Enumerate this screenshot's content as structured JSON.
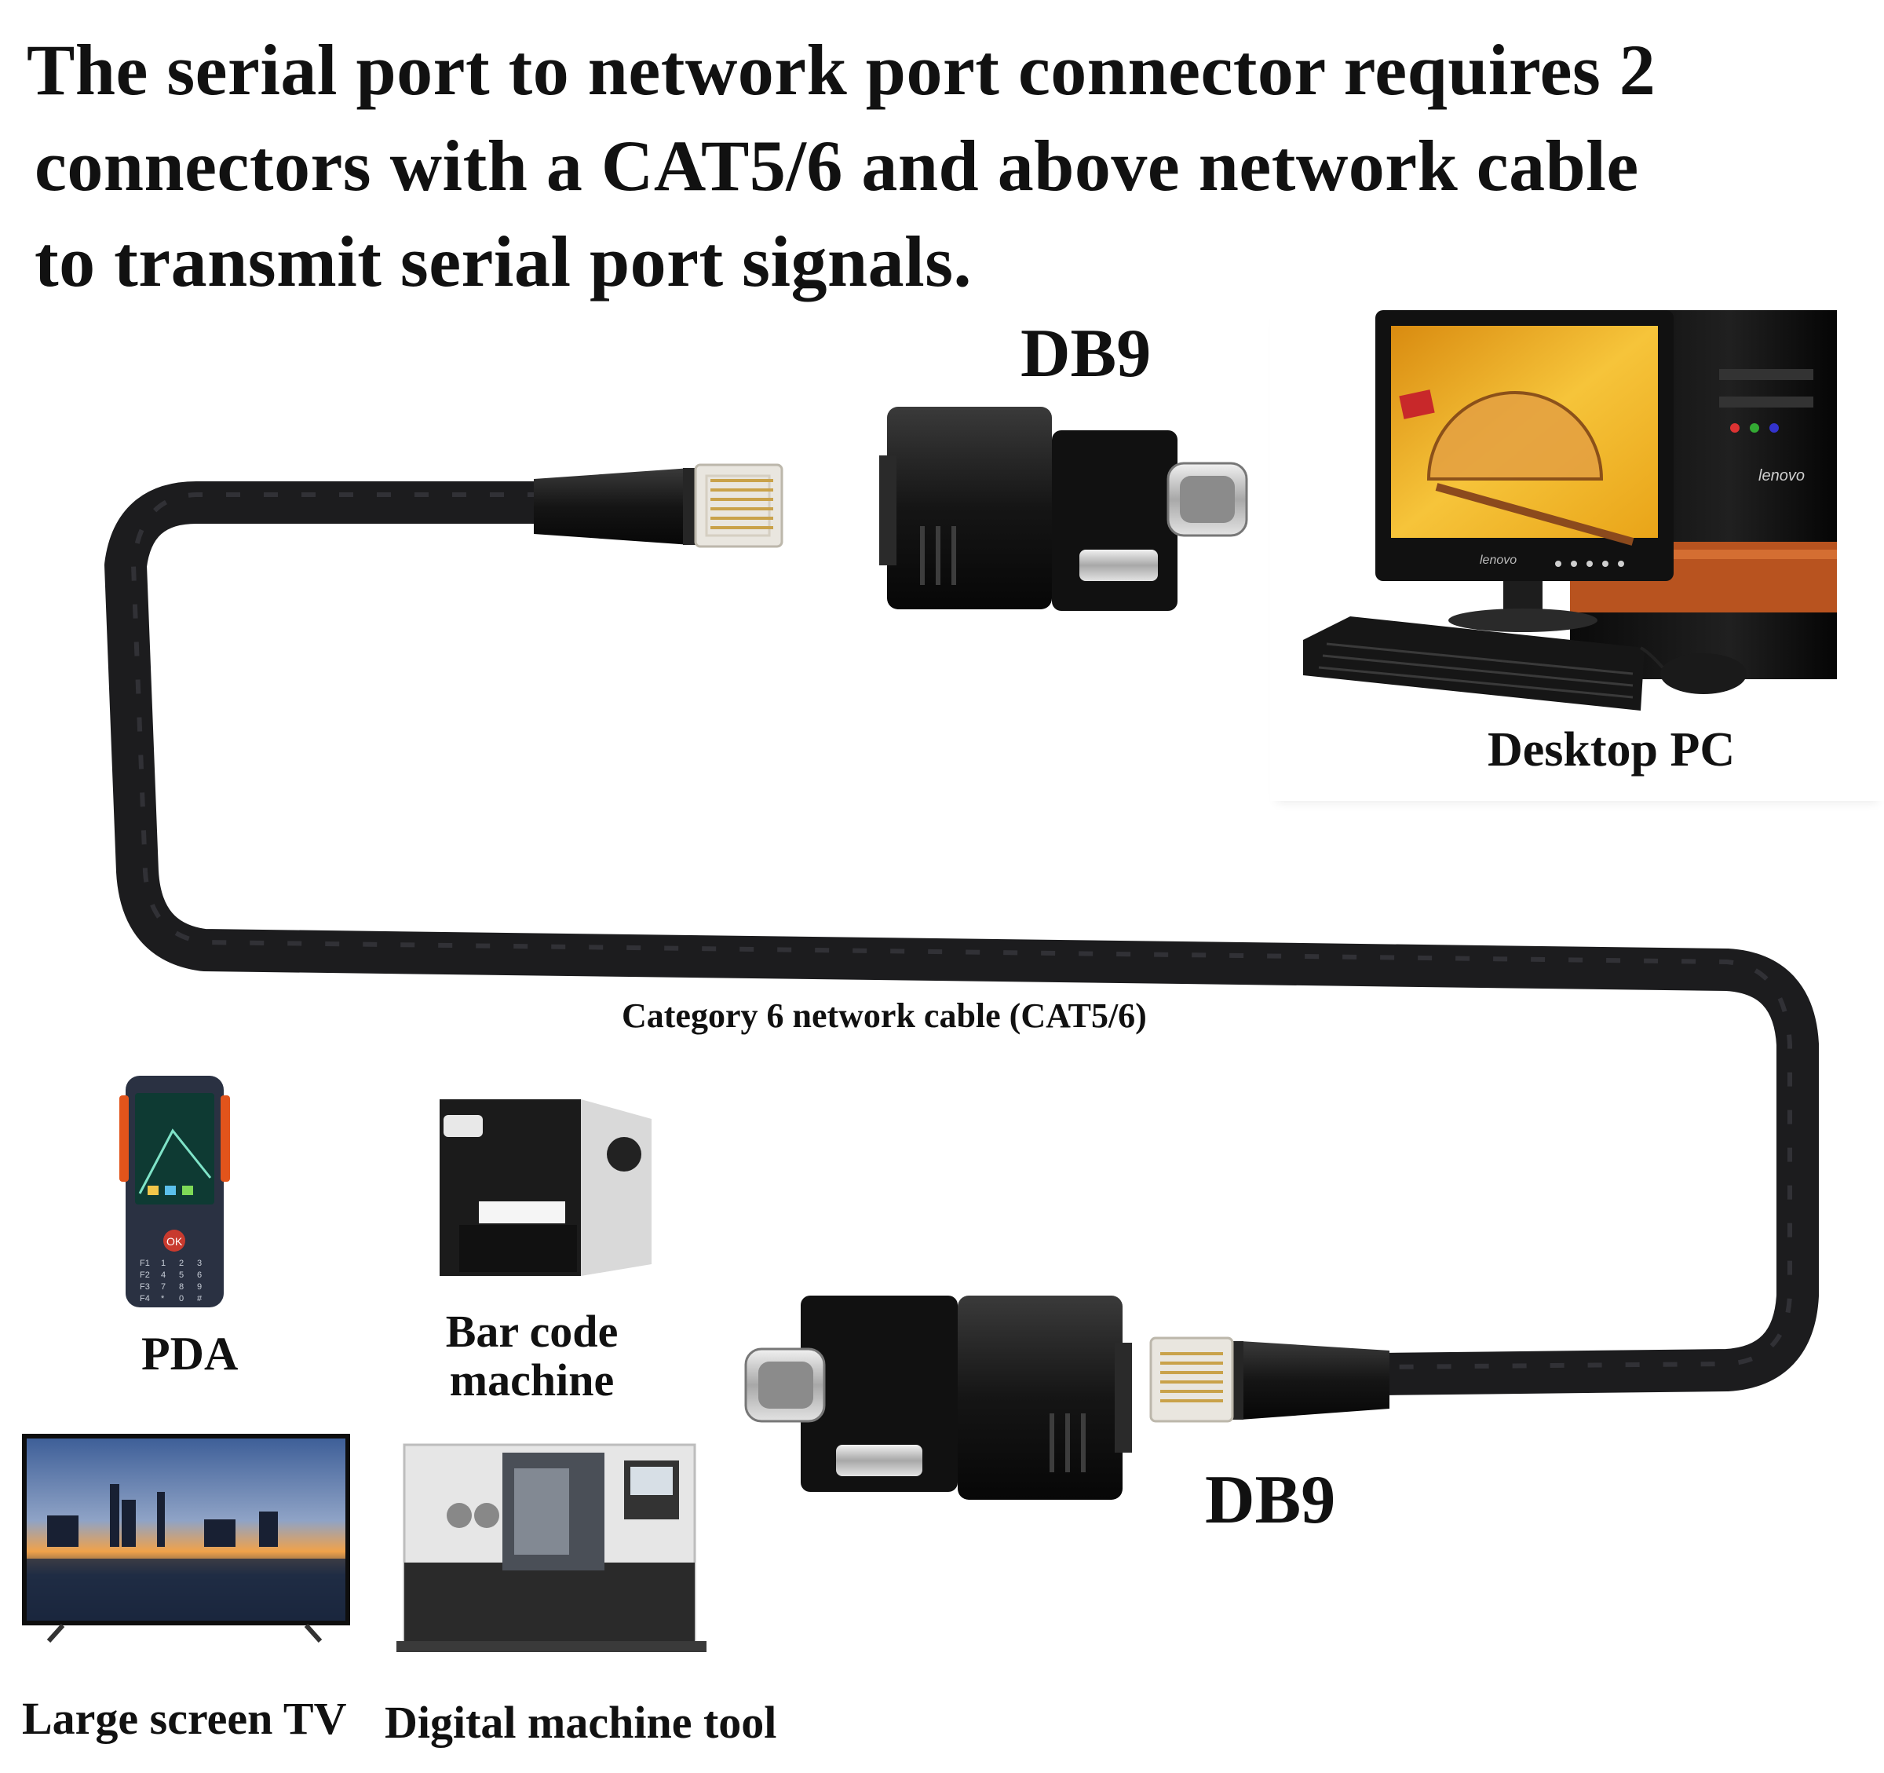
{
  "headline": {
    "line1": "The serial port to network port connector requires 2",
    "line2": "connectors with a CAT5/6 and above network cable",
    "line3": "to transmit serial port signals."
  },
  "labels": {
    "db9_top": "DB9",
    "db9_bottom": "DB9",
    "desktop_pc": "Desktop PC",
    "cable": "Category 6 network cable (CAT5/6)",
    "pda": "PDA",
    "barcode_line1": "Bar code",
    "barcode_line2": "machine",
    "tv": "Large screen TV",
    "machine_tool": "Digital machine tool"
  },
  "device_marks": {
    "pc_brand": "lenovo",
    "monitor_brand": "lenovo",
    "pda_key": "OK",
    "pda_keypad": [
      "F1",
      "1",
      "2",
      "3",
      "F2",
      "4",
      "5",
      "6",
      "F3",
      "7",
      "8",
      "9",
      "F4",
      "*",
      "0",
      "#"
    ]
  },
  "colors": {
    "cable": "#1c1c1e",
    "connector": "#161616",
    "metal": "#c9c9c9",
    "rj45_clear": "#e9e6df",
    "rj45_pins": "#c9a24a",
    "screen_yellow": "#f2b21b",
    "pc_orange": "#b8531f",
    "tv_sky": "#4a6fa8",
    "tv_sunset": "#f0a24a"
  }
}
